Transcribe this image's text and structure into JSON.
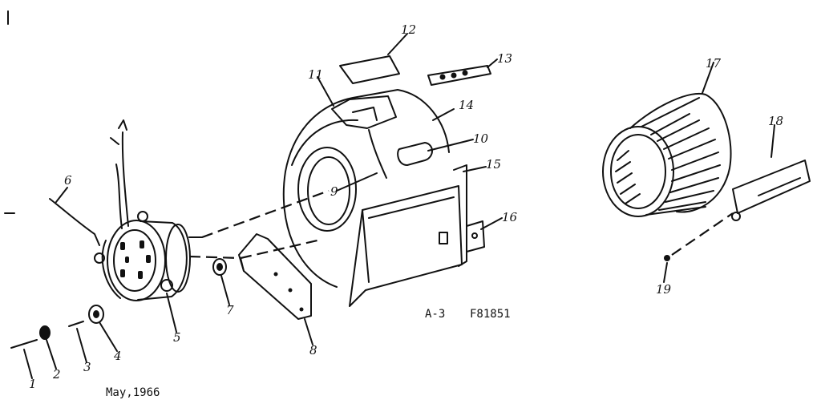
{
  "diagram": {
    "figure_code": "A-3",
    "figure_number": "F81851",
    "date": "May,1966",
    "callouts": [
      "1",
      "2",
      "3",
      "4",
      "5",
      "6",
      "7",
      "8",
      "9",
      "10",
      "11",
      "12",
      "13",
      "14",
      "15",
      "16",
      "17",
      "18",
      "19"
    ]
  }
}
